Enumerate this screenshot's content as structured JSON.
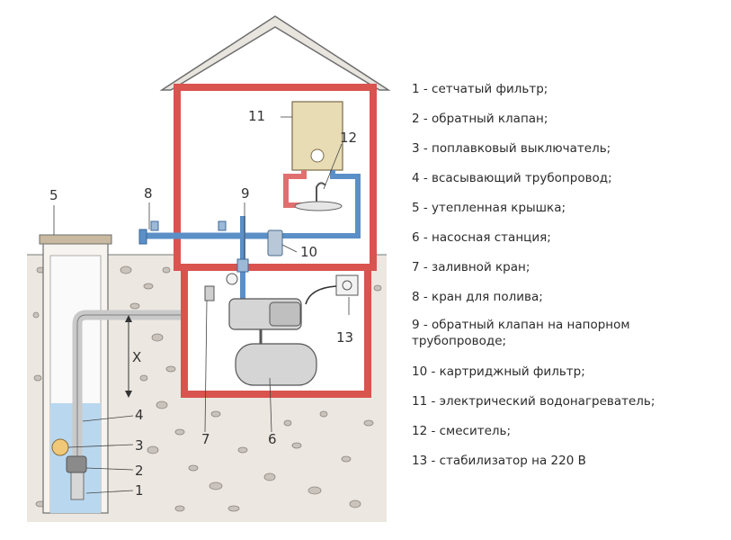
{
  "diagram": {
    "callouts": {
      "n1": "1",
      "n2": "2",
      "n3": "3",
      "n4": "4",
      "n5": "5",
      "n6": "6",
      "n7": "7",
      "n8": "8",
      "n9": "9",
      "n10": "10",
      "n11": "11",
      "n12": "12",
      "n13": "13",
      "x": "X"
    },
    "legend": [
      "1 - сетчатый фильтр;",
      "2 - обратный клапан;",
      "3 - поплавковый выключатель;",
      "4 - всасывающий трубопровод;",
      "5 - утепленная крышка;",
      "6 - насосная станция;",
      "7 - заливной кран;",
      "8 - кран для полива;",
      "9 - обратный клапан на напорном трубопроводе;",
      "10 - картриджный фильтр;",
      "11 - электрический водонагреватель;",
      "12 - смеситель;",
      "13 - стабилизатор на 220 В"
    ],
    "colors": {
      "wall": "#d9534f",
      "cold_pipe": "#5b8fc7",
      "hot_pipe": "#e07070",
      "water": "#b9d8ef",
      "soil": "#ece7e0",
      "heater": "#e8dcb5"
    }
  }
}
